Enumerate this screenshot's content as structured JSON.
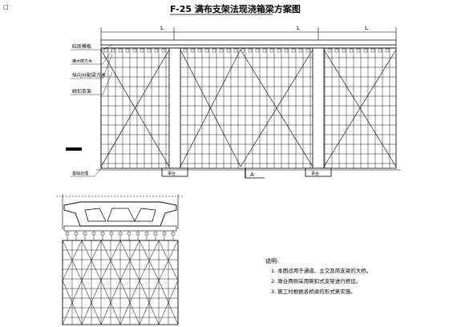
{
  "corner_mark": "□",
  "title": "F-25 满布支架法现浇箱梁方案图",
  "dimension_label": "L",
  "section_marker": "A",
  "side_labels": [
    "砼底模板",
    "横木楔方木",
    "纵向分配梁方木",
    "碗扣支架",
    "基础处理"
  ],
  "pier_labels": [
    "承台",
    "承台"
  ],
  "notes": {
    "heading": "说明:",
    "items": [
      "1. 本图适用于通道、立交及简支梁的大桥。",
      "2. 墩台两侧采用碗扣式支架进行搭设。",
      "3. 施工时根据各桥梁的形式来实施。"
    ]
  },
  "colors": {
    "line": "#000000",
    "hatch": "#000000",
    "paper": "#ffffff"
  }
}
